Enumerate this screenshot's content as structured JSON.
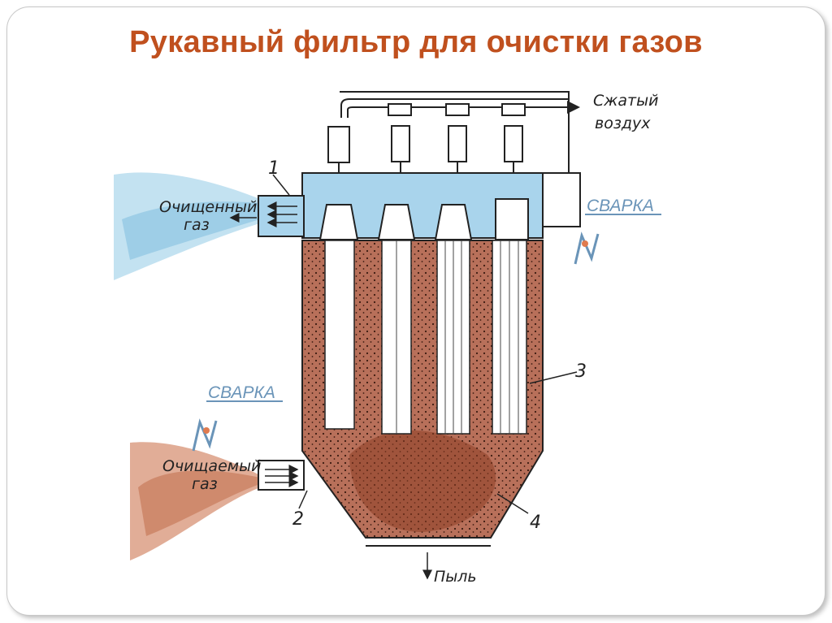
{
  "title": "Рукавный фильтр для очистки газов",
  "labels": {
    "compressed_air_1": "Сжатый",
    "compressed_air_2": "воздух",
    "clean_gas_1": "Очищенный",
    "clean_gas_2": "газ",
    "dirty_gas_1": "Очищаемый",
    "dirty_gas_2": "газ",
    "dust": "Пыль",
    "n1": "1",
    "n2": "2",
    "n3": "3",
    "n4": "4"
  },
  "watermark": {
    "text_top": "СВАРКА",
    "text_bottom": "СВАРКА"
  },
  "colors": {
    "title": "#c0501e",
    "clean_gas": "#a9d4ec",
    "dust": "#9b4a2e",
    "watermark": "#6a94b8"
  }
}
